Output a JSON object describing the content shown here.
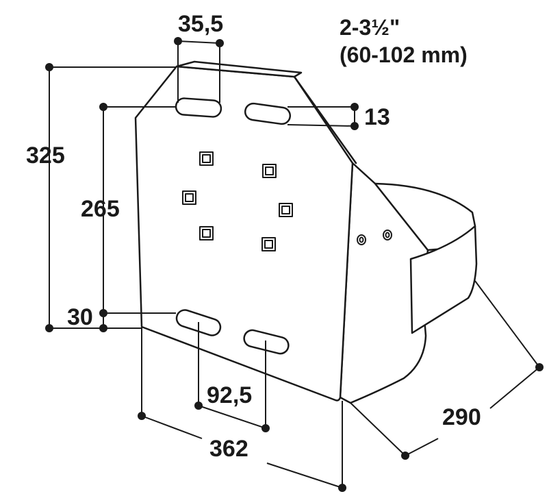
{
  "drawing": {
    "line_color": "#1a1a1a",
    "fill_color": "#ffffff",
    "pipe_size": {
      "inches": "2-3½\"",
      "millimeters": "(60-102 mm)"
    },
    "dimensions": {
      "slot_width": "35,5",
      "slot_height": "13",
      "total_height": "325",
      "slot_spacing_vertical": "265",
      "bottom_offset": "30",
      "slot_spacing_horizontal": "92,5",
      "width": "362",
      "depth": "290"
    }
  }
}
